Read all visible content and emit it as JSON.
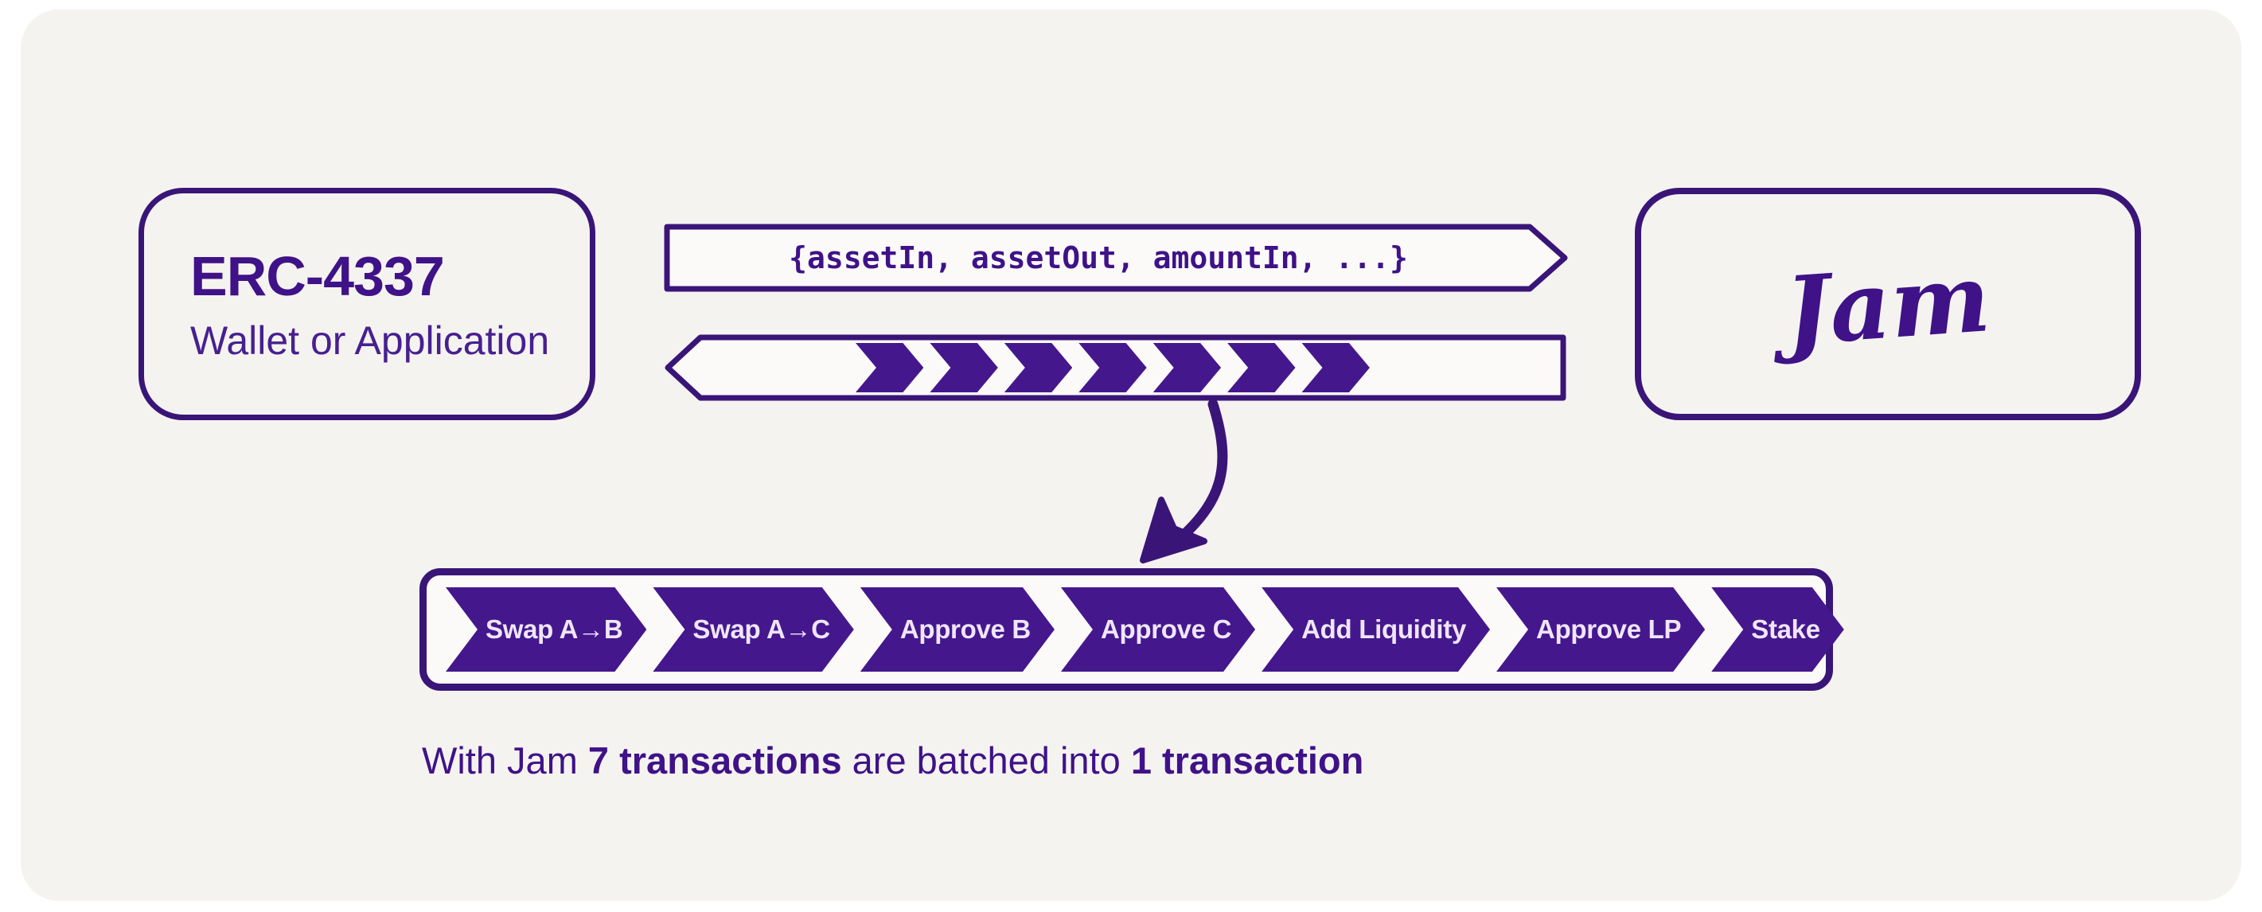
{
  "colors": {
    "purple": "#3a1578",
    "purple_text": "#3f1288",
    "purple_soft": "#472090",
    "chevron": "#45178d",
    "step_text": "#efe6fa",
    "card_bg": "#f5f3f0",
    "box_bg": "#fcfaf8"
  },
  "erc_box": {
    "title": "ERC-4337",
    "subtitle": "Wallet or Application"
  },
  "request_arrow": {
    "label": "{assetIn, assetOut, amountIn, ...}",
    "direction": "right"
  },
  "response_arrow": {
    "direction": "left",
    "chevron_count": 7,
    "icon": "chevron-right-icon"
  },
  "jam_box": {
    "label": "Jam"
  },
  "pointer": {
    "icon": "curved-down-arrow-icon"
  },
  "batch": {
    "steps": [
      "Swap A→B",
      "Swap A→C",
      "Approve B",
      "Approve C",
      "Add Liquidity",
      "Approve LP",
      "Stake"
    ]
  },
  "caption": {
    "part1": "With Jam ",
    "bold1": "7 transactions",
    "part2": " are batched into ",
    "bold2": "1 transaction"
  }
}
